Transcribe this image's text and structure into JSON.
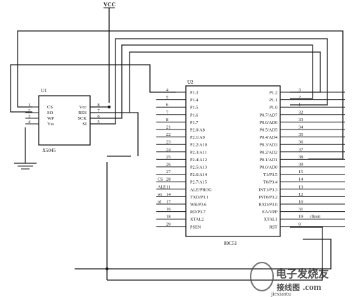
{
  "power_label": "VCC",
  "x5045": {
    "ref": "U1",
    "part": "X5045",
    "left_pins": [
      {
        "num": "1",
        "name": "CS"
      },
      {
        "num": "2",
        "name": "SO"
      },
      {
        "num": "3",
        "name": "WP"
      },
      {
        "num": "4",
        "name": "Vss"
      }
    ],
    "right_pins": [
      {
        "num": "8",
        "name": "Vcc"
      },
      {
        "num": "7",
        "name": "RES"
      },
      {
        "num": "6",
        "name": "SCK"
      },
      {
        "num": "5",
        "name": "SI"
      }
    ]
  },
  "mcu": {
    "ref": "U2",
    "part": "89C51",
    "left_pins": [
      {
        "num": "4",
        "name": "P1.3"
      },
      {
        "num": "5",
        "name": "P1.4"
      },
      {
        "num": "6",
        "name": "P1.5"
      },
      {
        "num": "7",
        "name": "P1.6"
      },
      {
        "num": "8",
        "name": "P1.7"
      },
      {
        "num": "21",
        "name": "P2.0/A8"
      },
      {
        "num": "22",
        "name": "P2.1/A9"
      },
      {
        "num": "23",
        "name": "P2.2/A10"
      },
      {
        "num": "24",
        "name": "P2.3/A11"
      },
      {
        "num": "25",
        "name": "P2.4/A12"
      },
      {
        "num": "26",
        "name": "P2.5/A13"
      },
      {
        "num": "27",
        "name": "P2.6/A14"
      },
      {
        "num": "28",
        "name": "P2.7/A15"
      },
      {
        "num": "11",
        "name": "ALE/PROG"
      },
      {
        "num": "14",
        "name": "TXD/P3.1"
      },
      {
        "num": "17",
        "name": "WR/P3.6"
      },
      {
        "num": "16",
        "name": "RD/P3.7"
      },
      {
        "num": "18",
        "name": "XTAL2"
      },
      {
        "num": "29",
        "name": "PSEN"
      }
    ],
    "left_ext_labels": [
      "",
      "",
      "",
      "",
      "",
      "",
      "",
      "",
      "",
      "",
      "",
      "",
      "CS",
      "ALE",
      "wr",
      "rd",
      "",
      "",
      ""
    ],
    "right_pins": [
      {
        "num": "3",
        "name": "P1.2"
      },
      {
        "num": "2",
        "name": "P1.1"
      },
      {
        "num": "1",
        "name": "P1.0"
      },
      {
        "num": "32",
        "name": "P0.7/AD7"
      },
      {
        "num": "33",
        "name": "P0.6/AD6"
      },
      {
        "num": "34",
        "name": "P0.5/AD5"
      },
      {
        "num": "35",
        "name": "P0.4/AD4"
      },
      {
        "num": "36",
        "name": "P0.3/AD3"
      },
      {
        "num": "37",
        "name": "P0.2/AD2"
      },
      {
        "num": "38",
        "name": "P0.1/AD1"
      },
      {
        "num": "39",
        "name": "P0.0/AD0"
      },
      {
        "num": "15",
        "name": "T1/P3.5"
      },
      {
        "num": "14",
        "name": "T0/P3.4"
      },
      {
        "num": "13",
        "name": "INT1/P3.3"
      },
      {
        "num": "12",
        "name": "INT0/P3.2"
      },
      {
        "num": "10",
        "name": "RXD/P3.0"
      },
      {
        "num": "31",
        "name": "EA/VPP"
      },
      {
        "num": "19",
        "name": "XTAL1"
      },
      {
        "num": "9",
        "name": "RST"
      }
    ],
    "right_ext_labels": [
      "",
      "",
      "",
      "",
      "",
      "",
      "",
      "",
      "",
      "",
      "",
      "",
      "",
      "",
      "",
      "",
      "",
      "clkout",
      ""
    ]
  },
  "watermark": {
    "line1": "电子发烧友",
    "line2": "接线图",
    "line3": "jiexiantu",
    "line4": ".com"
  }
}
